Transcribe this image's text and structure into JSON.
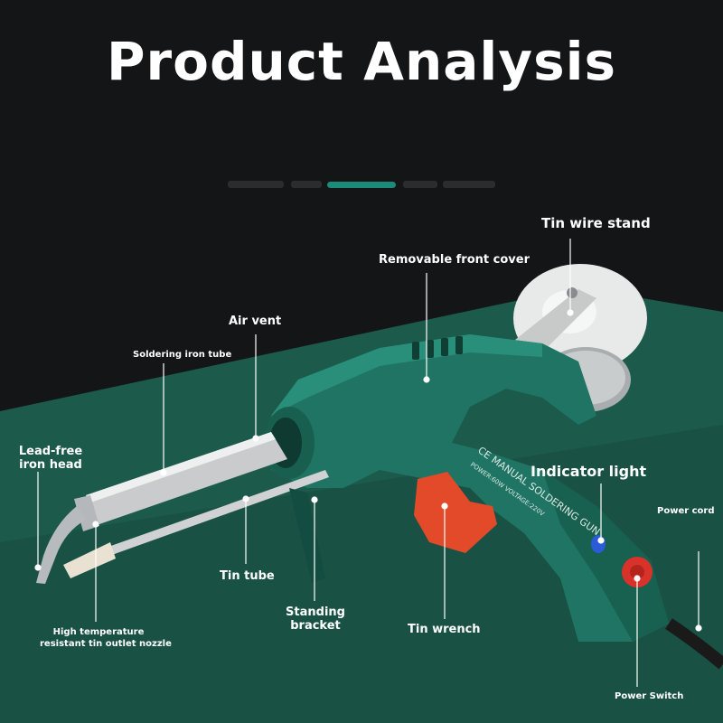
{
  "title": "Product Analysis",
  "labels": {
    "tin_wire_stand": "Tin wire stand",
    "removable_front_cover": "Removable front cover",
    "air_vent": "Air vent",
    "soldering_iron_tube": "Soldering iron tube",
    "lead_free_iron_head": "Lead-free iron head",
    "indicator_light": "Indicator light",
    "power_cord": "Power cord",
    "tin_tube": "Tin tube",
    "standing_bracket": "Standing bracket",
    "tin_wrench": "Tin wrench",
    "high_temp_nozzle_line1": "High temperature",
    "high_temp_nozzle_line2": "resistant tin outlet nozzle",
    "power_switch": "Power Switch"
  },
  "product_markings": {
    "line1": "CE MANUAL SOLDERING GUN",
    "line2": "POWER:60W VOLTAGE:220V"
  },
  "colors": {
    "background": "#141516",
    "mat": "#1c5a4b",
    "gun_body": "#1f7463",
    "accent": "#1c8b77",
    "wrench": "#e24a2a",
    "switch": "#d8322a",
    "indicator": "#2b5bd6"
  }
}
